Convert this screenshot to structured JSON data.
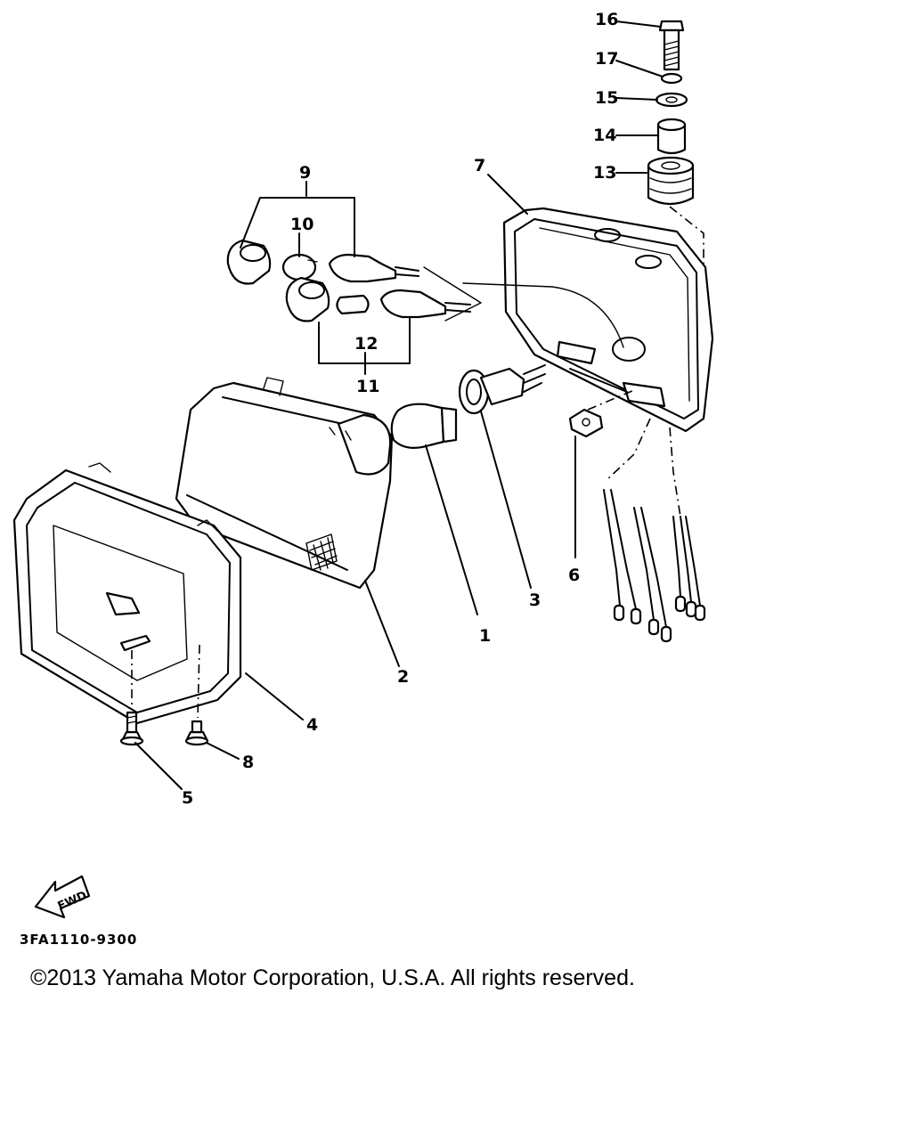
{
  "diagram": {
    "callouts": {
      "c1": "1",
      "c2": "2",
      "c3": "3",
      "c4": "4",
      "c5": "5",
      "c6": "6",
      "c7": "7",
      "c8": "8",
      "c9": "9",
      "c10": "10",
      "c11": "11",
      "c12": "12",
      "c13": "13",
      "c14": "14",
      "c15": "15",
      "c16": "16",
      "c17": "17"
    },
    "fwd_label": "FWD",
    "drawing_code": "3FA1110-9300"
  },
  "footer": {
    "copyright": "©2013 Yamaha Motor Corporation, U.S.A. All rights reserved."
  }
}
